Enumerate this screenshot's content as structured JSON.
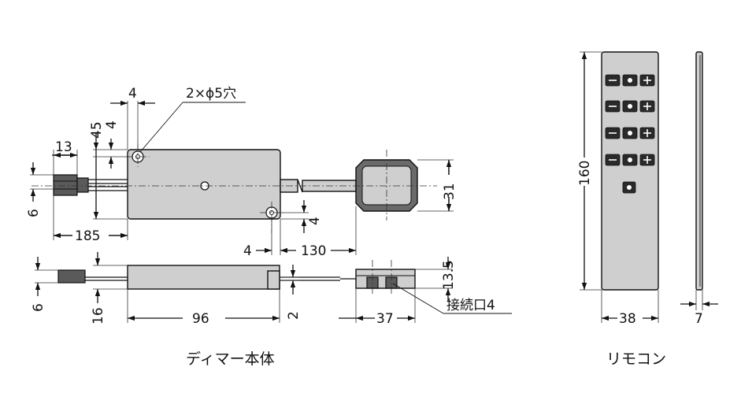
{
  "labels": {
    "hole": "2×ϕ5穴",
    "connector": "接続口4",
    "dimmer_caption": "ディマー本体",
    "remote_caption": "リモコン"
  },
  "dimensions": {
    "d4_top": "4",
    "d45": "45",
    "d4_side": "4",
    "d13": "13",
    "d6_top": "6",
    "d185": "185",
    "d4_mount_v": "4",
    "d4_mount_h": "4",
    "d130": "130",
    "d31": "31",
    "d13_5": "13.5",
    "d6_side": "6",
    "d16": "16",
    "d96": "96",
    "d2": "2",
    "d37": "37",
    "d160": "160",
    "d38": "38",
    "d7": "7"
  }
}
